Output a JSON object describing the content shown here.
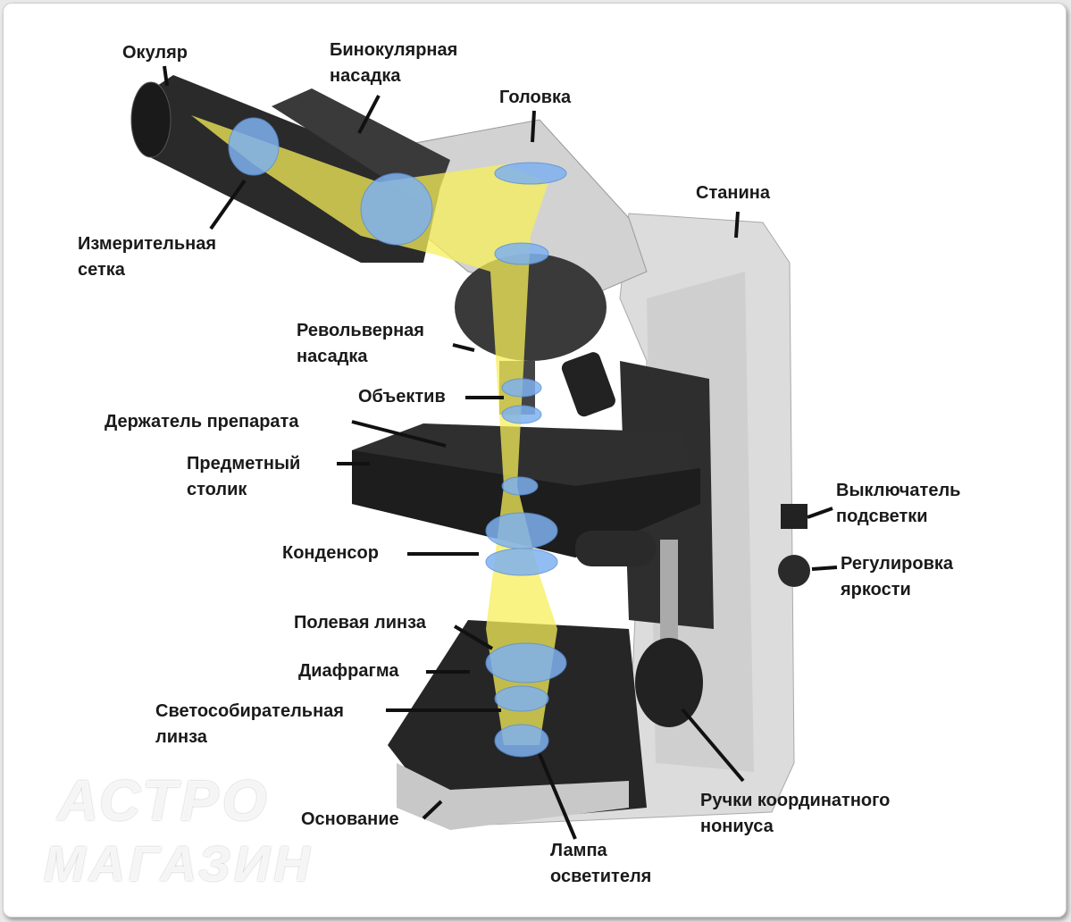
{
  "title": "Устройство микроскопа",
  "labels": {
    "eyepiece": [
      "Окуляр"
    ],
    "binocular": [
      "Бинокулярная",
      "насадка"
    ],
    "head": [
      "Головка"
    ],
    "stand": [
      "Станина"
    ],
    "reticle": [
      "Измерительная",
      "сетка"
    ],
    "revolver": [
      "Револьверная",
      "насадка"
    ],
    "objective": [
      "Объектив"
    ],
    "holder": [
      "Держатель препарата"
    ],
    "stage": [
      "Предметный",
      "столик"
    ],
    "switch": [
      "Выключатель",
      "подсветки"
    ],
    "condenser": [
      "Конденсор"
    ],
    "brightness": [
      "Регулировка",
      "яркости"
    ],
    "field_lens": [
      "Полевая линза"
    ],
    "diaphragm": [
      "Диафрагма"
    ],
    "collector": [
      "Светособирательная",
      "линза"
    ],
    "knobs": [
      "Ручки координатного",
      "нониуса"
    ],
    "base": [
      "Основание"
    ],
    "lamp": [
      "Лампа",
      "осветителя"
    ]
  },
  "watermark": {
    "line1": "АСТРО",
    "line2": "МАГАЗИН"
  },
  "colors": {
    "beam": "#f5ef5a",
    "lens": "#7fb2f0",
    "body": "#d9d9d9",
    "dark": "#2b2b2b"
  }
}
